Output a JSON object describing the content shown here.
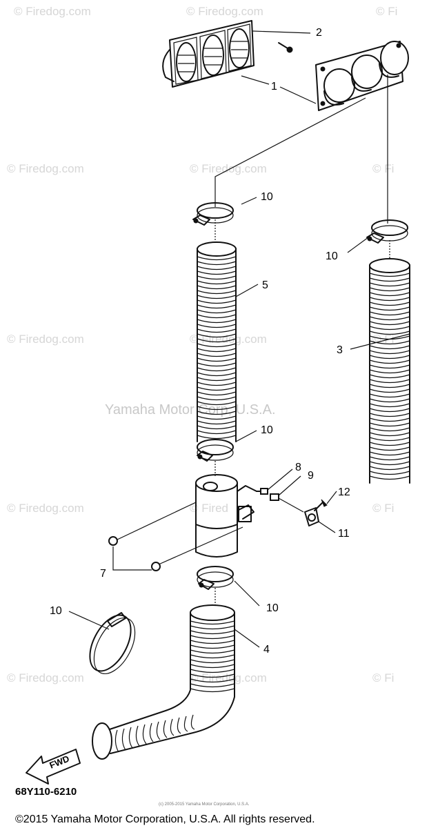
{
  "watermarks": {
    "firedog": "© Firedog.com",
    "firedog_short": "© Fired",
    "firedog_tail": "© Fi",
    "yamaha": "Yamaha Motor Corp, U.S.A.",
    "tiny": "(c) 2005-2015 Yamaha Motor Corporation, U.S.A."
  },
  "callouts": {
    "c1": "1",
    "c2": "2",
    "c3": "3",
    "c4": "4",
    "c5": "5",
    "c7": "7",
    "c8": "8",
    "c9": "9",
    "c10": "10",
    "c11": "11",
    "c12": "12"
  },
  "fwd_label": "FWD",
  "part_code": "68Y110-6210",
  "copyright": "©2015 Yamaha Motor Corporation, U.S.A. All rights reserved."
}
